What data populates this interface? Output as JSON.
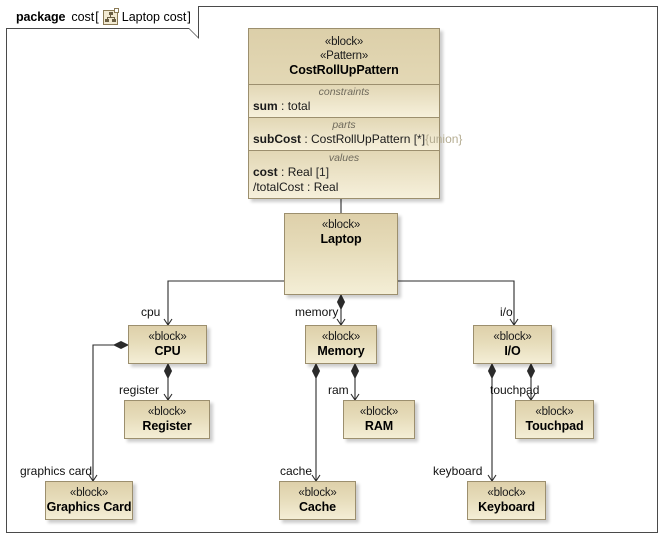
{
  "header": {
    "keyword": "package",
    "package_name": "cost",
    "bracket_open": "[",
    "diagram_name": "Laptop cost",
    "bracket_close": "]",
    "icon": "bdd-diagram-icon"
  },
  "diagram": {
    "kind": "SysML Block Definition Diagram",
    "block_keyword": "«block»"
  },
  "pattern_block": {
    "stereotype_block": "«block»",
    "stereotype_pattern": "«Pattern»",
    "name": "CostRollUpPattern",
    "compartments": [
      {
        "title": "constraints",
        "rows": [
          {
            "name": "sum",
            "sep": " : ",
            "type": "total",
            "multiplicity": "",
            "constraint": ""
          }
        ]
      },
      {
        "title": "parts",
        "rows": [
          {
            "name": "subCost",
            "sep": " : ",
            "type": "CostRollUpPattern",
            "multiplicity": " [*]",
            "constraint": "{union}"
          }
        ]
      },
      {
        "title": "values",
        "rows": [
          {
            "name": "cost",
            "sep": " : ",
            "type": "Real",
            "multiplicity": " [1]",
            "constraint": ""
          },
          {
            "name": "/totalCost",
            "sep": " : ",
            "type": "Real",
            "multiplicity": "",
            "constraint": ""
          }
        ]
      }
    ]
  },
  "blocks": [
    {
      "id": "laptop",
      "stereotype": "«block»",
      "name": "Laptop"
    },
    {
      "id": "cpu",
      "stereotype": "«block»",
      "name": "CPU"
    },
    {
      "id": "memory",
      "stereotype": "«block»",
      "name": "Memory"
    },
    {
      "id": "io",
      "stereotype": "«block»",
      "name": "I/O"
    },
    {
      "id": "register",
      "stereotype": "«block»",
      "name": "Register"
    },
    {
      "id": "ram",
      "stereotype": "«block»",
      "name": "RAM"
    },
    {
      "id": "touchpad",
      "stereotype": "«block»",
      "name": "Touchpad"
    },
    {
      "id": "graphics_card",
      "stereotype": "«block»",
      "name": "Graphics Card"
    },
    {
      "id": "cache",
      "stereotype": "«block»",
      "name": "Cache"
    },
    {
      "id": "keyboard",
      "stereotype": "«block»",
      "name": "Keyboard"
    }
  ],
  "relationships": {
    "generalization": {
      "from": "Laptop",
      "to": "CostRollUpPattern",
      "notation": "hollow-triangle"
    },
    "compositions": [
      {
        "whole": "Laptop",
        "part": "CPU",
        "role": "cpu"
      },
      {
        "whole": "Laptop",
        "part": "Memory",
        "role": "memory"
      },
      {
        "whole": "Laptop",
        "part": "I/O",
        "role": "i/o"
      },
      {
        "whole": "CPU",
        "part": "Register",
        "role": "register"
      },
      {
        "whole": "CPU",
        "part": "Graphics Card",
        "role": "graphics card"
      },
      {
        "whole": "Memory",
        "part": "RAM",
        "role": "ram"
      },
      {
        "whole": "Memory",
        "part": "Cache",
        "role": "cache"
      },
      {
        "whole": "I/O",
        "part": "Touchpad",
        "role": "touchpad"
      },
      {
        "whole": "I/O",
        "part": "Keyboard",
        "role": "keyboard"
      }
    ]
  },
  "role_labels": {
    "cpu": "cpu",
    "memory": "memory",
    "io": "i/o",
    "register": "register",
    "ram": "ram",
    "touchpad": "touchpad",
    "graphics_card": "graphics card",
    "cache": "cache",
    "keyboard": "keyboard"
  },
  "colors": {
    "block_fill_top": "#ded0aa",
    "block_fill_bottom": "#f4eed6",
    "block_border": "#9c8f6e",
    "frame_border": "#4a4a4a",
    "edge": "#2b2b2b",
    "compartment_title": "#6f6a5c",
    "union_constraint": "#b5ad92",
    "canvas": "#ffffff"
  }
}
